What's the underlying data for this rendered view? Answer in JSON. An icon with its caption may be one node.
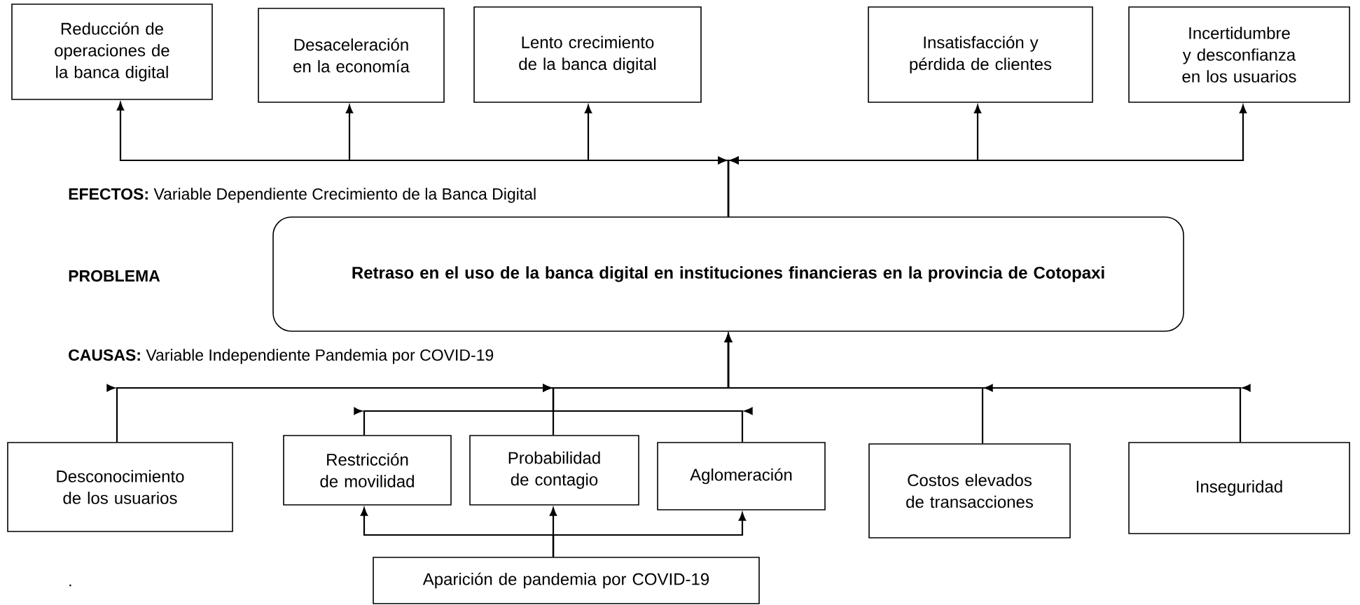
{
  "diagram": {
    "nodes": [
      {
        "text": [
          "Reducción de operaciones de la banca digital"
        ]
      },
      {
        "text": [
          "Desaceleración en la economía"
        ]
      },
      {
        "text": [
          "Lento crecimiento de la banca digital"
        ]
      },
      {
        "text": [
          "Insatisfacción y pérdida de clientes"
        ]
      },
      {
        "text": [
          "Incertidumbre y desconfianza en los usuarios"
        ]
      },
      {
        "text": [
          "Retraso en el uso de la banca digital en instituciones financieras en la provincia de Cotopaxi"
        ]
      },
      {
        "text": [
          "Desconocimiento de los usuarios"
        ]
      },
      {
        "text": [
          "Restricción de movilidad"
        ]
      },
      {
        "text": [
          "Probabilidad de contagio"
        ]
      },
      {
        "text": [
          "Aglomeración"
        ]
      },
      {
        "text": [
          "Costos elevados de transacciones"
        ]
      },
      {
        "text": [
          "Inseguridad"
        ]
      },
      {
        "text": [
          "Aparición de pandemia por COVID-19"
        ]
      }
    ],
    "edges": [
      {
        "from": 5,
        "to": 0,
        "arrow": "to"
      },
      {
        "from": 5,
        "to": 1,
        "arrow": "to"
      },
      {
        "from": 5,
        "to": 2,
        "arrow": "to"
      },
      {
        "from": 5,
        "to": 3,
        "arrow": "to"
      },
      {
        "from": 5,
        "to": 4,
        "arrow": "to"
      },
      {
        "from": 6,
        "to": 5,
        "arrow": "to"
      },
      {
        "from": 7,
        "to": 5,
        "arrow": "to"
      },
      {
        "from": 8,
        "to": 5,
        "arrow": "to"
      },
      {
        "from": 9,
        "to": 5,
        "arrow": "to"
      },
      {
        "from": 10,
        "to": 5,
        "arrow": "to"
      },
      {
        "from": 11,
        "to": 5,
        "arrow": "to"
      },
      {
        "from": 12,
        "to": 7,
        "arrow": "to"
      },
      {
        "from": 12,
        "to": 8,
        "arrow": "to"
      },
      {
        "from": 12,
        "to": 9,
        "arrow": "to"
      }
    ],
    "labels": [
      "**EFECTOS:** Variable Dependiente Crecimiento de la Banca Digital",
      "**PROBLEMA**",
      "**CAUSAS:** Variable Independiente Pandemia por COVID-19",
      "."
    ]
  }
}
